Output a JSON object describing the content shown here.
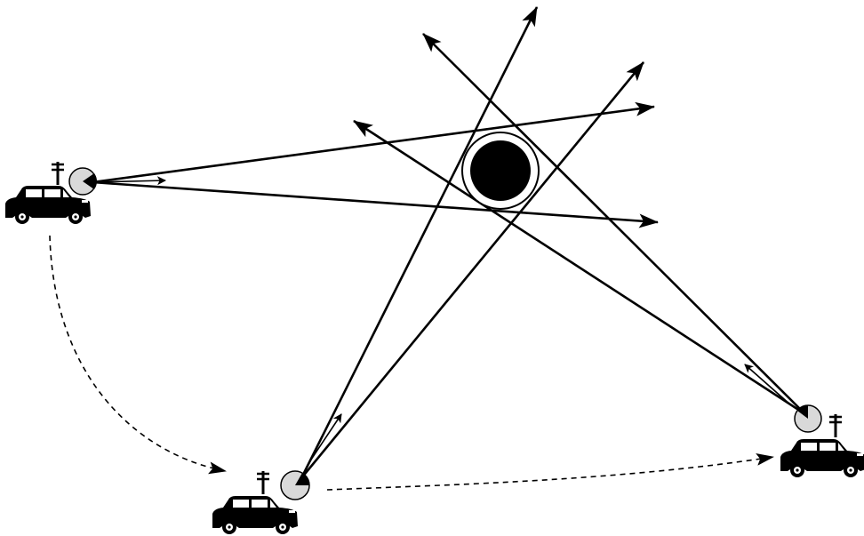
{
  "colors": {
    "background": "#ffffff",
    "line": "#000000",
    "sensor_fill": "#d9d9d9",
    "target_fill": "#000000"
  },
  "diagram": {
    "vehicle_count": 3,
    "rays_per_vehicle": 2,
    "target": {
      "icon": "target-object-icon",
      "style": "filled circle with outer ring"
    },
    "vehicles": [
      {
        "id": "vehicle-1",
        "icon": "car-with-antenna-icon",
        "sensor_icon": "radar-sensor-icon"
      },
      {
        "id": "vehicle-2",
        "icon": "car-with-antenna-icon",
        "sensor_icon": "radar-sensor-icon"
      },
      {
        "id": "vehicle-3",
        "icon": "car-with-antenna-icon",
        "sensor_icon": "radar-sensor-icon"
      }
    ],
    "trajectory": {
      "style": "dashed",
      "order": [
        "vehicle-1",
        "vehicle-2",
        "vehicle-3"
      ]
    }
  }
}
